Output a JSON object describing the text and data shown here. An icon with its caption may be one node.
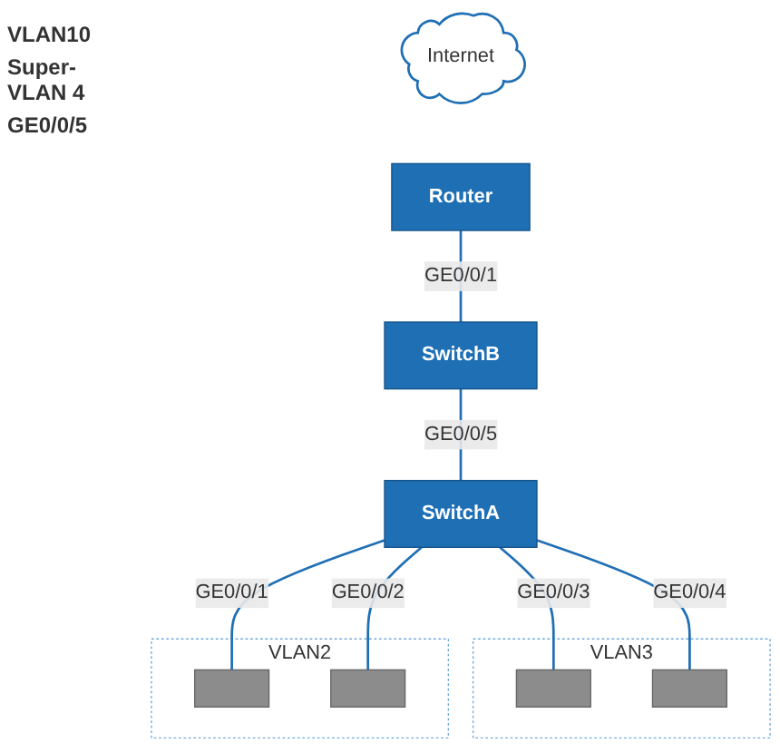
{
  "diagram": {
    "nodes": [
      {
        "text": [
          "Internet"
        ]
      },
      {
        "text": [
          "Router"
        ]
      },
      {
        "text": [
          "SwitchB"
        ]
      },
      {
        "text": [
          "SwitchA"
        ]
      },
      {
        "text": [
          "VLAN2"
        ]
      },
      {
        "text": [],
        "shape": "computer",
        "in": 4
      },
      {
        "text": [],
        "shape": "computer",
        "in": 4
      },
      {
        "text": [
          "VLAN3"
        ]
      },
      {
        "text": [],
        "shape": "computer",
        "in": 7
      },
      {
        "text": [],
        "shape": "computer",
        "in": 7
      }
    ],
    "edges": [
      {
        "from": 1,
        "to": 2,
        "arrow": "none",
        "label": "GE0/0/1"
      },
      {
        "from": 2,
        "to": 3,
        "arrow": "none",
        "label": "GE0/0/5"
      },
      {
        "from": 3,
        "to": 5,
        "arrow": "none",
        "label": "GE0/0/1"
      },
      {
        "from": 3,
        "to": 6,
        "arrow": "none",
        "label": "GE0/0/2"
      },
      {
        "from": 3,
        "to": 8,
        "arrow": "none",
        "label": "GE0/0/3"
      },
      {
        "from": 3,
        "to": 9,
        "arrow": "none",
        "label": "GE0/0/4"
      }
    ],
    "labels": [
      "VLAN10",
      "Super-VLAN 4",
      "GE0/0/5"
    ]
  }
}
